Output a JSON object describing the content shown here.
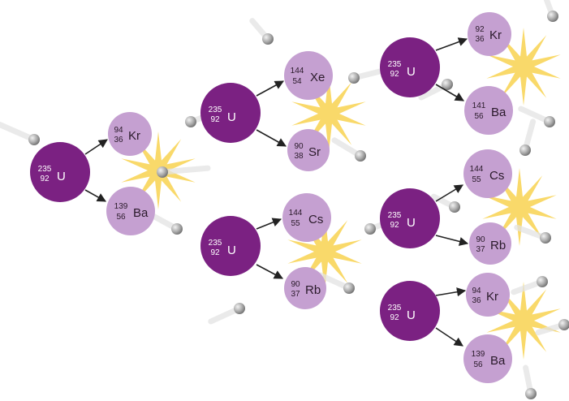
{
  "colors": {
    "uranium": "#7b2182",
    "fragment": "#c5a0d1",
    "flash": "#f9d96a",
    "neutron": "#a9a9a9",
    "arrow": "#222222"
  },
  "uranium": {
    "symbol": "U",
    "mass": "235",
    "atomic": "92"
  },
  "fragments": {
    "kr94": {
      "symbol": "Kr",
      "mass": "94",
      "atomic": "36"
    },
    "ba139": {
      "symbol": "Ba",
      "mass": "139",
      "atomic": "56"
    },
    "xe144": {
      "symbol": "Xe",
      "mass": "144",
      "atomic": "54"
    },
    "sr90": {
      "symbol": "Sr",
      "mass": "90",
      "atomic": "38"
    },
    "cs144": {
      "symbol": "Cs",
      "mass": "144",
      "atomic": "55"
    },
    "rb90": {
      "symbol": "Rb",
      "mass": "90",
      "atomic": "37"
    },
    "kr92": {
      "symbol": "Kr",
      "mass": "92",
      "atomic": "36"
    },
    "ba141": {
      "symbol": "Ba",
      "mass": "141",
      "atomic": "56"
    }
  }
}
